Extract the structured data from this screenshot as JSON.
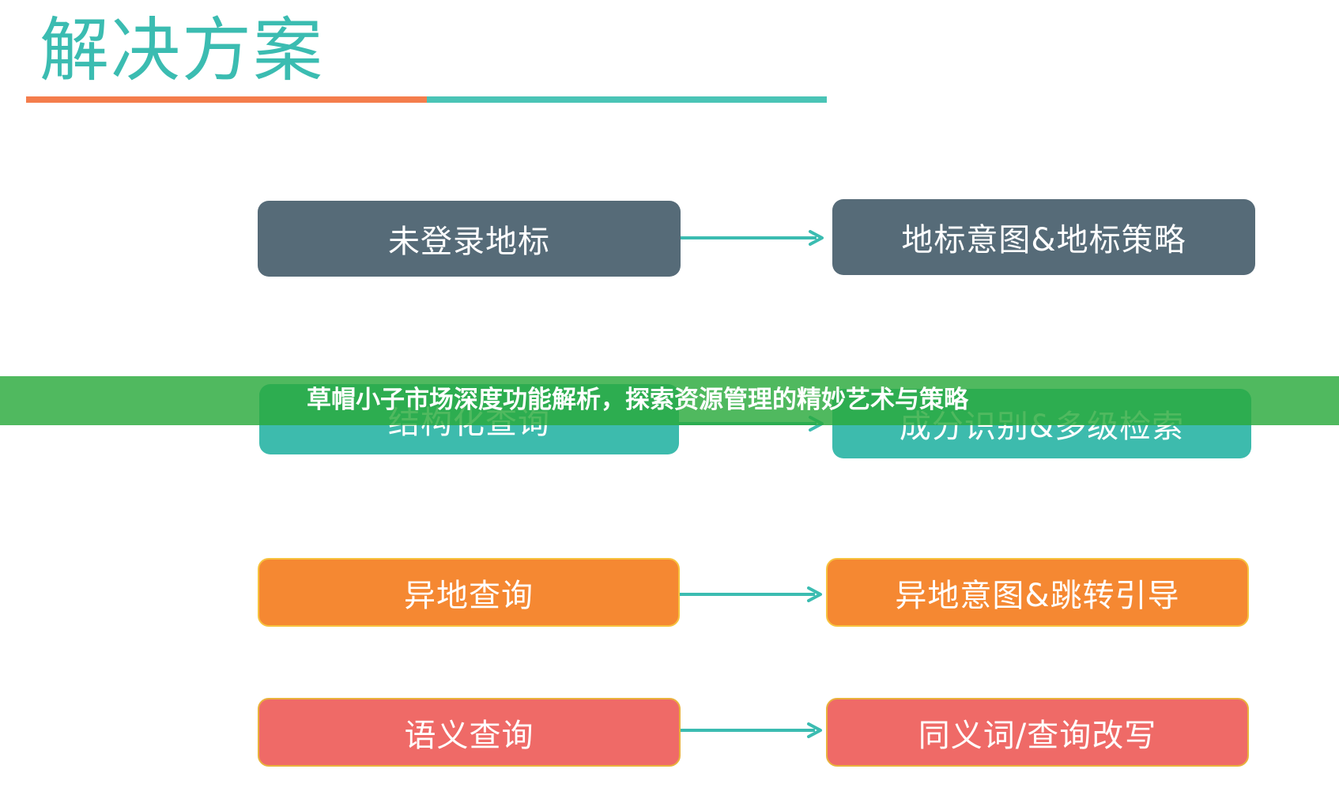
{
  "title": "解决方案",
  "colors": {
    "title": "#3bbcb1",
    "bar_left": "#f47d4c",
    "bar_right": "#4ac4b6",
    "row1": "#566b78",
    "row2": "#3dbbad",
    "row3": "#f58832",
    "row4": "#ef6a67",
    "arrow": "#3bbcb1",
    "banner": "#2aaa3c"
  },
  "rows": [
    {
      "source": "未登录地标",
      "target": "地标意图&地标策略"
    },
    {
      "source": "结构化查询",
      "target": "成分识别&多级检索"
    },
    {
      "source": "异地查询",
      "target": "异地意图&跳转引导"
    },
    {
      "source": "语义查询",
      "target": "同义词/查询改写"
    }
  ],
  "banner": {
    "text": "草帽小子市场深度功能解析，探索资源管理的精妙艺术与策略"
  }
}
